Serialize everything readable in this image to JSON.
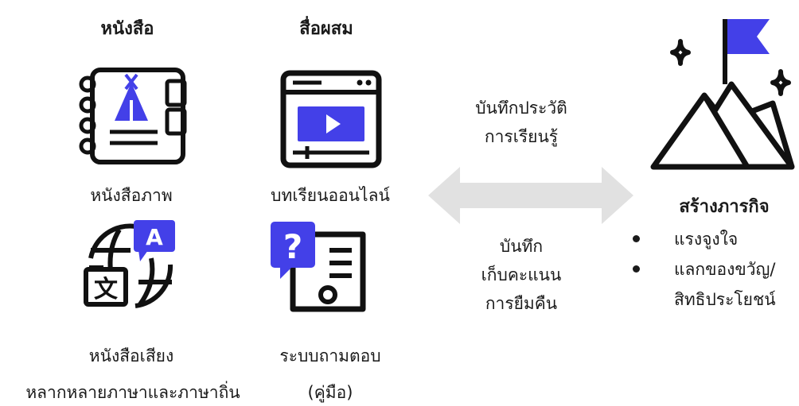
{
  "columns": {
    "book": {
      "header": "หนังสือ",
      "items": [
        "หนังสือภาพ",
        "หนังสือเสียง",
        "หลากหลายภาษาและภาษาถิ่น"
      ]
    },
    "media": {
      "header": "สื่อผสม",
      "items": [
        "บทเรียนออนไลน์",
        "ระบบถามตอบ",
        "(คู่มือ)"
      ]
    }
  },
  "middle": {
    "top": [
      "บันทึกประวัติ",
      "การเรียนรู้"
    ],
    "bottom": [
      "บันทึก",
      "เก็บคะแนน",
      "การยืมคืน"
    ]
  },
  "mission": {
    "title": "สร้างภารกิจ",
    "bullets": [
      {
        "lines": [
          "แรงจูงใจ"
        ]
      },
      {
        "lines": [
          "แลกของขวัญ/",
          "สิทธิประโยชน์"
        ]
      }
    ]
  },
  "colors": {
    "accent": "#4340e8",
    "dark": "#111111",
    "arrow": "#e1e1e1"
  },
  "icons": [
    "book-tent-icon",
    "video-lesson-icon",
    "language-globe-icon",
    "question-document-icon",
    "mountain-flag-icon",
    "double-arrow-icon"
  ]
}
